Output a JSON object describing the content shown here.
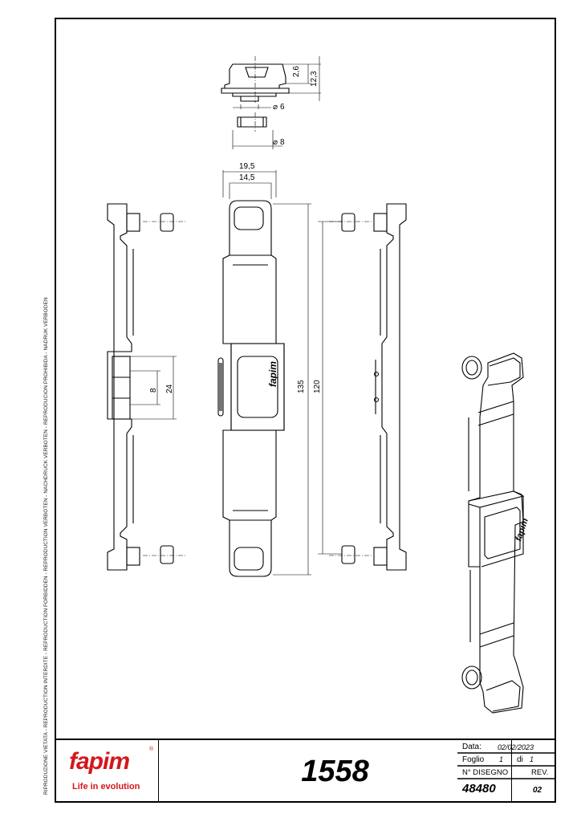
{
  "side_notice": "RIPRODUZIONE VIETATA - REPRODUCTION INTERDITE - REPRODUCTION FORBIDDEN - REPRODUCTION VERBOTEN - NACHDRUCK VERBOTEN - REPRODUCION PROHIBIDA - NADRUK VERBODEN",
  "dimensions": {
    "d_2_6": "2,6",
    "d_12_3": "12,3",
    "d_phi6": "6",
    "d_phi8": "8",
    "d_19_5": "19,5",
    "d_14_5": "14,5",
    "d_135": "135",
    "d_120": "120",
    "d_8": "8",
    "d_24": "24",
    "diameter_symbol": "⌀"
  },
  "part_logo": "fapim",
  "title_block": {
    "logo": "fapim",
    "logo_registered": "®",
    "tagline": "Life in evolution",
    "drawing_title": "1558",
    "date_label": "Data:",
    "date_value": "02/02/2023",
    "sheet_label": "Foglio",
    "sheet_value": "1",
    "of_label": "di",
    "of_value": "1",
    "drawing_no_label": "N° DISEGNO",
    "rev_label": "REV.",
    "drawing_no_value": "48480",
    "rev_value": "02"
  },
  "colors": {
    "brand_red": "#d4161c",
    "line": "#000000"
  }
}
